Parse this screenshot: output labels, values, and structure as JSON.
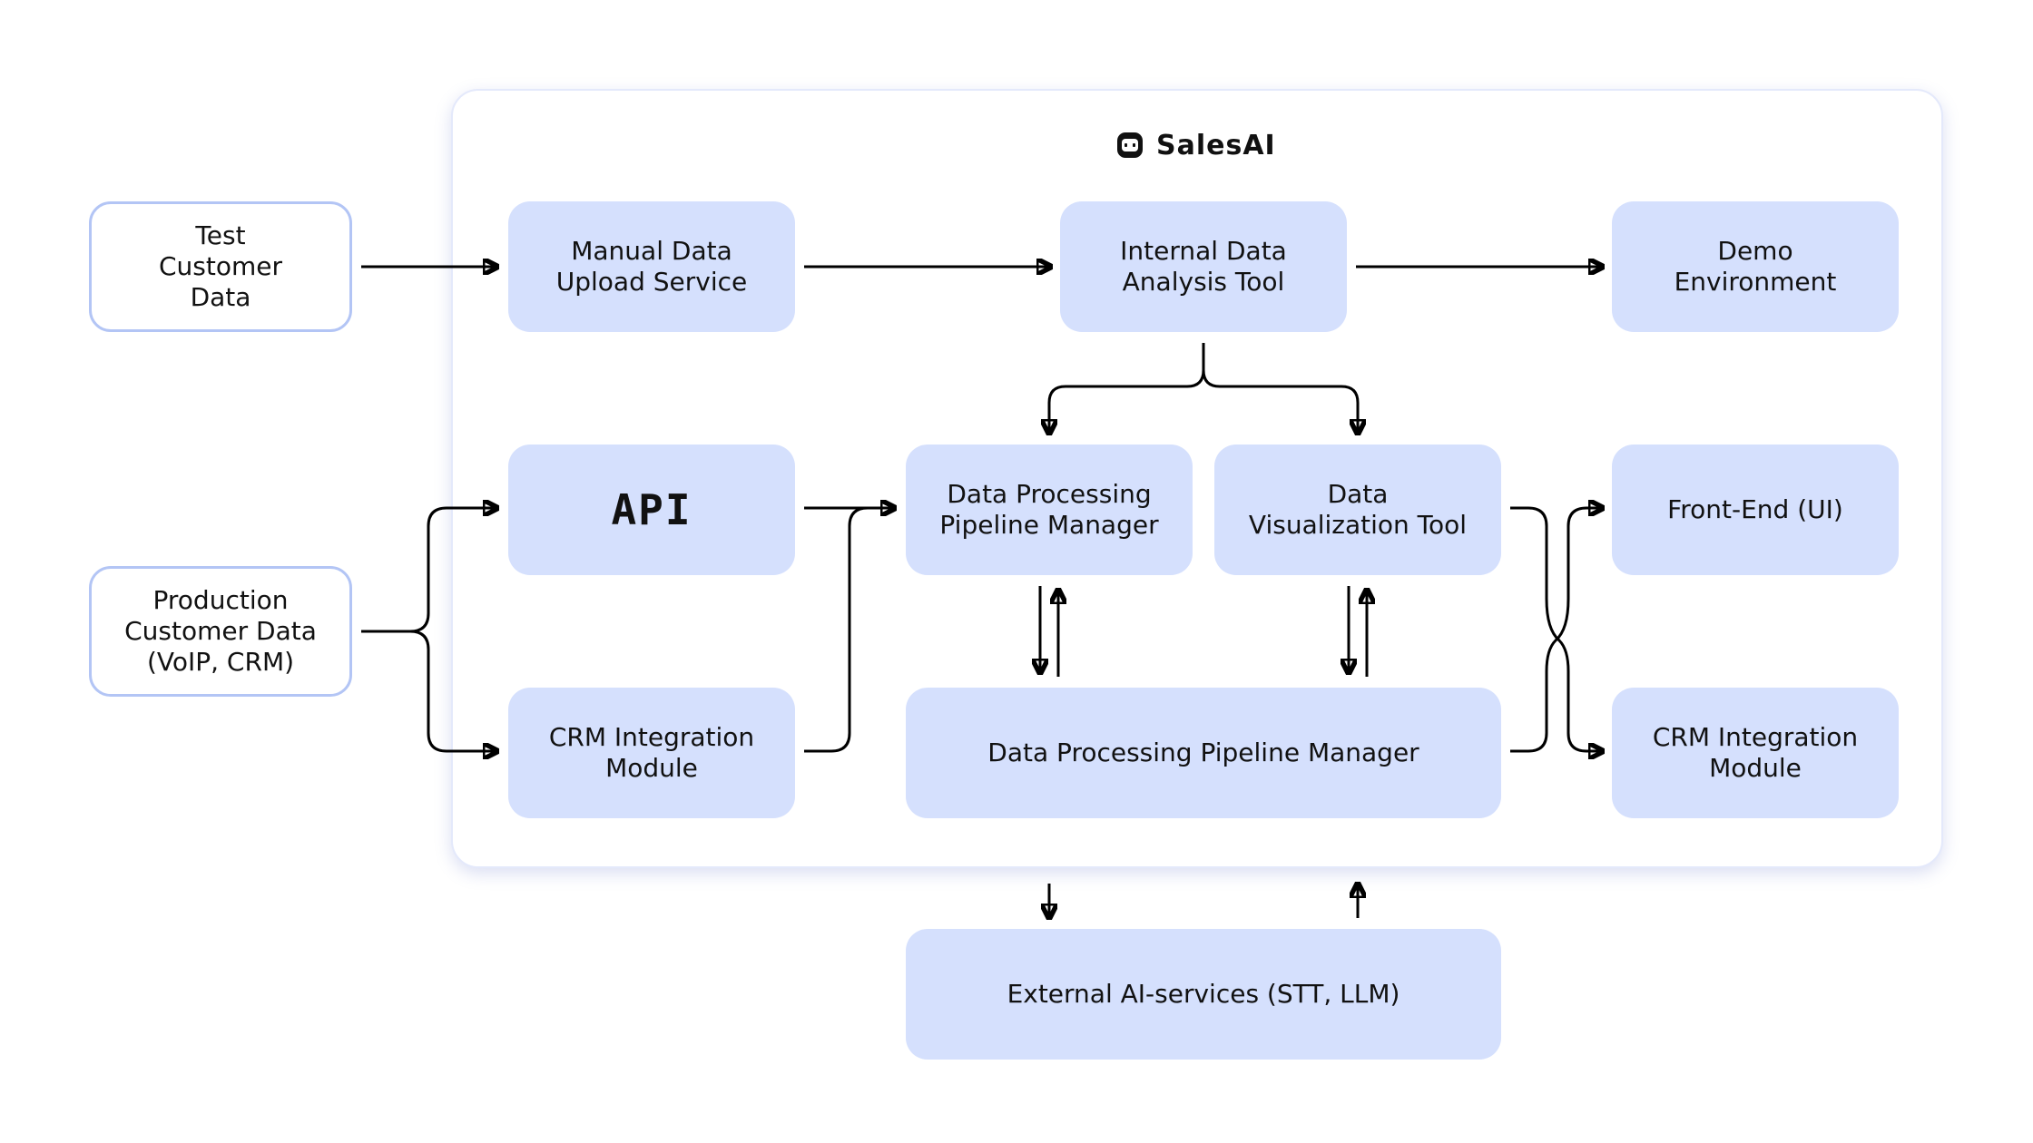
{
  "brand": {
    "name": "SalesAI",
    "icon": "robot-chat-icon"
  },
  "colors": {
    "box_fill": "#d5e0fd",
    "outline_border": "#b3c5f5",
    "container_border": "#e4e9fb",
    "arrow": "#000000"
  },
  "nodes": {
    "test_customer_data": "Test\nCustomer\nData",
    "production_customer_data": "Production\nCustomer Data\n(VoIP, CRM)",
    "manual_upload": "Manual Data\nUpload Service",
    "internal_analysis": "Internal Data\nAnalysis Tool",
    "demo_environment": "Demo\nEnvironment",
    "api": "API",
    "pipeline_manager_top": "Data Processing\nPipeline Manager",
    "visualization_tool": "Data\nVisualization Tool",
    "front_end": "Front-End (UI)",
    "crm_integration_left": "CRM Integration\nModule",
    "pipeline_manager_bottom": "Data Processing Pipeline Manager",
    "crm_integration_right": "CRM Integration\nModule",
    "external_ai": "External AI-services (STT, LLM)"
  }
}
